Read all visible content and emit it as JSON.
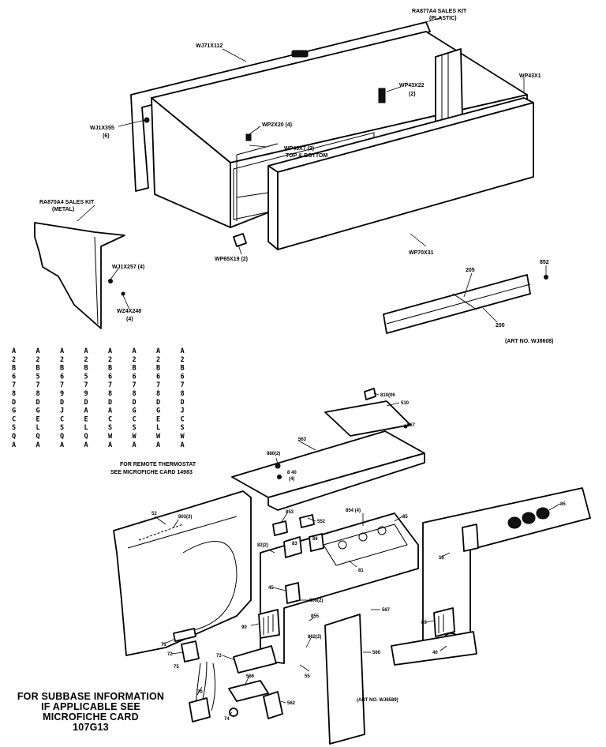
{
  "top_labels": {
    "ra877a4_line1": "RA877A4 SALES KIT",
    "ra877a4_line2": "(PLASTIC)",
    "wj71x112": "WJ71X112",
    "wp43x1": "WP43X1",
    "wp43x22": "WP43X22",
    "wp43x22_qty": "(2)",
    "wj1x355": "WJ1X355",
    "wj1x355_qty": "(6)",
    "wp2x20": "WP2X20 (4)",
    "wp43x7_line1": "WP43X7 (2)",
    "wp43x7_line2": "TOP & BOTTOM",
    "ra870a4_line1": "RA870A4 SALES KIT",
    "ra870a4_line2": "(METAL)",
    "wj1x257": "WJ1X257 (4)",
    "wz4x248": "WZ4X248",
    "wz4x248_qty": "(4)",
    "wp65x19": "WP65X19 (2)",
    "wp70x31": "WP70X31",
    "p852": "852",
    "p205": "205",
    "p200": "200",
    "art_top": "(ART NO. WJ8608)"
  },
  "model_columns": [
    [
      "A",
      "2",
      "B",
      "6",
      "7",
      "8",
      "D",
      "G",
      "C",
      "S",
      "Q",
      "A"
    ],
    [
      "A",
      "2",
      "B",
      "5",
      "7",
      "8",
      "D",
      "G",
      "E",
      "L",
      "Q",
      "A"
    ],
    [
      "A",
      "2",
      "B",
      "6",
      "7",
      "9",
      "D",
      "J",
      "C",
      "S",
      "Q",
      "A"
    ],
    [
      "A",
      "2",
      "B",
      "5",
      "7",
      "9",
      "D",
      "A",
      "E",
      "L",
      "Q",
      "A"
    ],
    [
      "A",
      "2",
      "B",
      "6",
      "7",
      "8",
      "D",
      "A",
      "C",
      "S",
      "W",
      "A"
    ],
    [
      "A",
      "2",
      "B",
      "6",
      "7",
      "8",
      "D",
      "G",
      "C",
      "S",
      "W",
      "A"
    ],
    [
      "A",
      "2",
      "B",
      "6",
      "7",
      "8",
      "D",
      "G",
      "E",
      "L",
      "W",
      "A"
    ],
    [
      "A",
      "2",
      "B",
      "6",
      "7",
      "8",
      "D",
      "J",
      "C",
      "S",
      "W",
      "A"
    ]
  ],
  "notes": {
    "remote_line1": "FOR REMOTE THERMOSTAT",
    "remote_line2": "SEE MICROFICHE CARD 14983",
    "art_bottom": "(ART NO. WJ8589)",
    "subbase_line1": "FOR SUBBASE INFORMATION",
    "subbase_line2": "IF APPLICABLE SEE",
    "subbase_line3": "MICROFICHE CARD",
    "subbase_line4": "107G13"
  },
  "part_labels": {
    "p810_06": "810(06",
    "p510": "510",
    "p567_top": "567",
    "p563": "563",
    "p880_2": "880(2)",
    "p8_40": "8 40",
    "p8_40_qty": "(4)",
    "p853": "853",
    "p552": "552",
    "p854_4": "854 (4)",
    "p85_right": "85",
    "p52": "52",
    "p803_3": "803(3)",
    "p82_2": "82(2)",
    "p83": "83",
    "p86": "86",
    "p81": "81",
    "p45": "45",
    "p806_2": "806(2)",
    "p855": "855",
    "p567_mid": "567",
    "p90": "90",
    "p862_2": "862(2)",
    "p560": "560",
    "p71": "71",
    "p72": "72",
    "p73": "73",
    "p75": "75",
    "p55": "55",
    "p566": "566",
    "p70": "70",
    "p74": "74",
    "p562": "562",
    "p15": "15",
    "p89": "89",
    "p40": "40",
    "p85_far": "85"
  }
}
